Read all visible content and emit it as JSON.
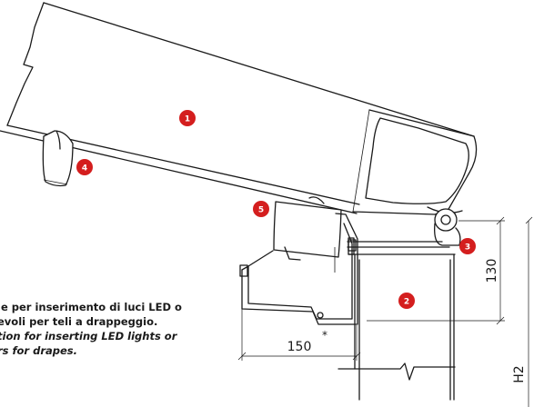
{
  "callouts": [
    {
      "id": "1",
      "label": "1"
    },
    {
      "id": "2",
      "label": "2"
    },
    {
      "id": "3",
      "label": "3"
    },
    {
      "id": "4",
      "label": "4"
    },
    {
      "id": "5",
      "label": "5"
    }
  ],
  "dimensions": {
    "height_130": "130",
    "width_150": "150",
    "h2": "H2"
  },
  "marker": "*",
  "note": {
    "italian_line1": "le per inserimento di luci LED o",
    "italian_line2": "evoli per teli a drappeggio.",
    "english_line1": "tion for inserting LED lights or",
    "english_line2": "rs for drapes."
  },
  "colors": {
    "callout": "#d41e1e",
    "line": "#1a1a1a"
  }
}
